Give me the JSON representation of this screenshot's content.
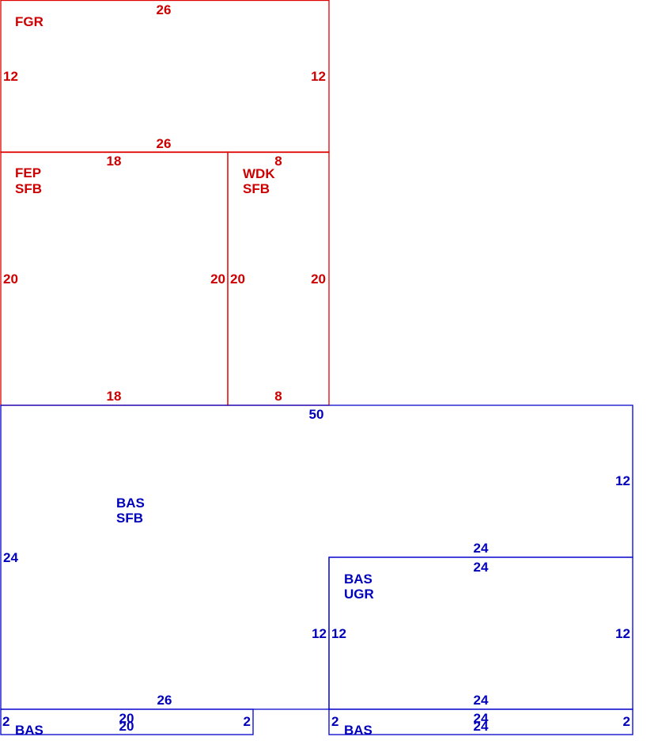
{
  "colors": {
    "red": "#cc0000",
    "blue": "#0000bb"
  },
  "areas": [
    {
      "id": "fgr",
      "color": "red",
      "labels": [
        "FGR"
      ],
      "dims": {
        "top": "26",
        "bottom": "26",
        "left": "12",
        "right": "12"
      }
    },
    {
      "id": "fep",
      "color": "red",
      "labels": [
        "FEP",
        "SFB"
      ],
      "dims": {
        "top": "18",
        "bottom": "18",
        "left": "20",
        "right": "20"
      }
    },
    {
      "id": "wdk",
      "color": "red",
      "labels": [
        "WDK",
        "SFB"
      ],
      "dims": {
        "top": "8",
        "bottom": "8",
        "left": "20",
        "right": "20"
      }
    },
    {
      "id": "bas-main",
      "color": "blue",
      "labels": [
        "BAS",
        "SFB"
      ],
      "dims": {
        "top": "50",
        "right": "12",
        "left": "24",
        "inner_h": "24",
        "inner_v": "12",
        "bottom": "26"
      }
    },
    {
      "id": "bas-ugr",
      "color": "blue",
      "labels": [
        "BAS",
        "UGR"
      ],
      "dims": {
        "top": "24",
        "bottom": "24",
        "left": "12",
        "right": "12"
      }
    },
    {
      "id": "bas-strip-left",
      "color": "blue",
      "labels": [
        "BAS"
      ],
      "dims": {
        "top": "20",
        "bottom": "20",
        "left": "2",
        "right": "2"
      }
    },
    {
      "id": "bas-strip-right",
      "color": "blue",
      "labels": [
        "BAS"
      ],
      "dims": {
        "top": "24",
        "bottom": "24",
        "left": "2",
        "right": "2"
      }
    }
  ]
}
